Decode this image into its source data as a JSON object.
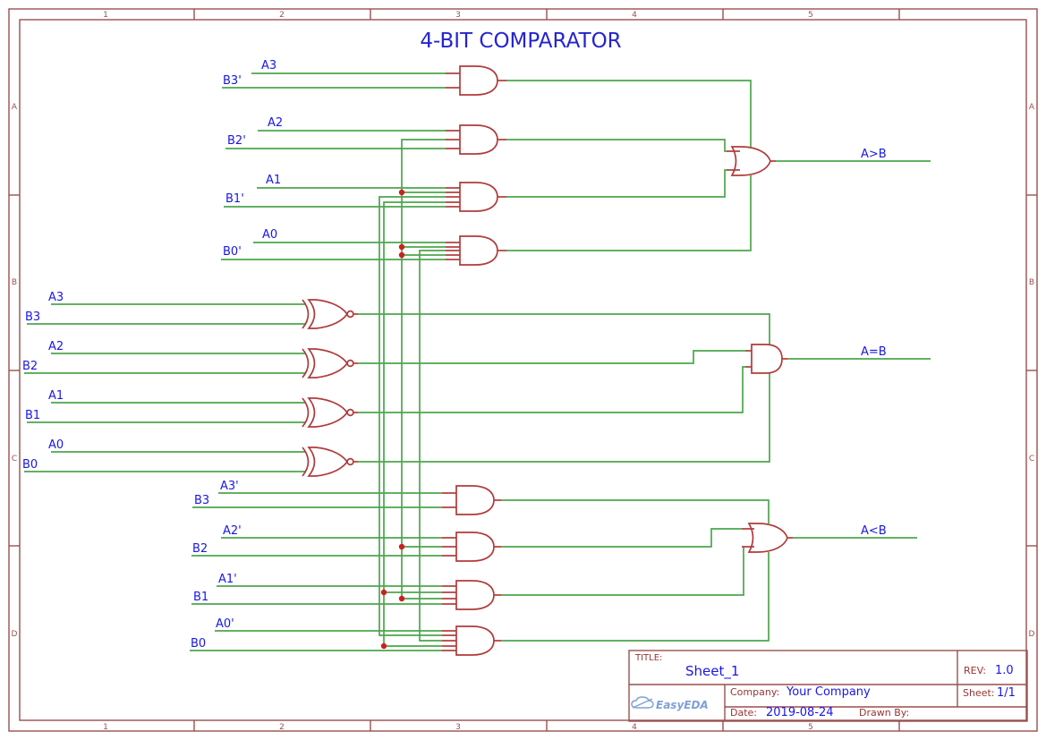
{
  "title": "4-BIT COMPARATOR",
  "grid": {
    "cols": [
      "1",
      "2",
      "3",
      "4",
      "5"
    ],
    "rows": [
      "A",
      "B",
      "C",
      "D"
    ]
  },
  "nets": {
    "gt": {
      "in": [
        "A3",
        "B3'",
        "A2",
        "B2'",
        "A1",
        "B1'",
        "A0",
        "B0'"
      ],
      "out": "A>B"
    },
    "eq": {
      "in": [
        "A3",
        "B3",
        "A2",
        "B2",
        "A1",
        "B1",
        "A0",
        "B0"
      ],
      "out": "A=B"
    },
    "lt": {
      "in": [
        "A3'",
        "B3",
        "A2'",
        "B2",
        "A1'",
        "B1",
        "A0'",
        "B0"
      ],
      "out": "A<B"
    }
  },
  "title_block": {
    "title_label": "TITLE:",
    "title": "Sheet_1",
    "rev_label": "REV:",
    "rev": "1.0",
    "company_label": "Company:",
    "company": "Your Company",
    "sheet_label": "Sheet:",
    "sheet": "1/1",
    "date_label": "Date:",
    "date": "2019-08-24",
    "drawn_by_label": "Drawn By:",
    "logo": "EasyEDA"
  },
  "colors": {
    "wire": "#4ba64b",
    "symbol": "#b03b3b",
    "frame": "#9a4f4f",
    "junction": "#cc1f1f",
    "net_label": "#1a17e8",
    "title": "#2424cf",
    "tb_text": "#993333",
    "logo": "#7fa0d8"
  }
}
